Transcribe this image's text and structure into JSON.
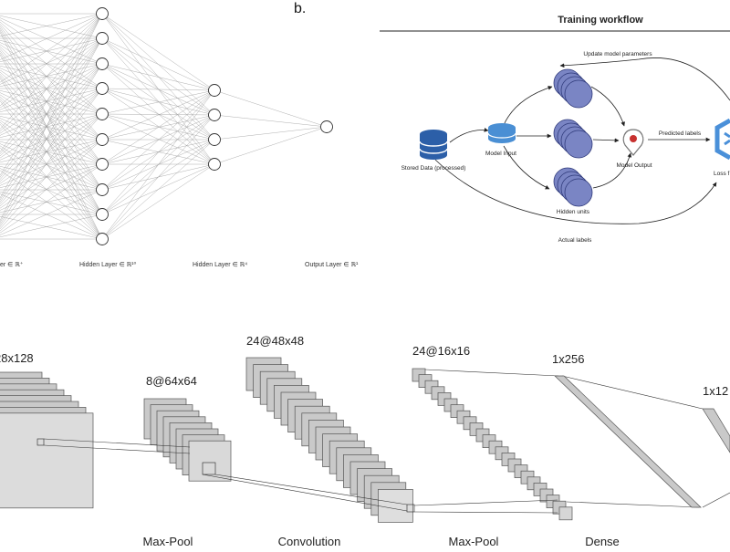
{
  "panel_b": {
    "letter": "b.",
    "title": "Training workflow",
    "labels": {
      "update": "Update model parameters",
      "stored": "Stored Data (processed)",
      "model_input": "Model Input",
      "hidden": "Hidden units",
      "model_output": "Model Output",
      "predicted": "Predicted labels",
      "loss": "Loss f",
      "actual": "Actual labels"
    }
  },
  "mlp": {
    "layers": [
      {
        "label": "er ∈ ℝ⁺"
      },
      {
        "label": "Hidden Layer ∈ ℝ¹⁰"
      },
      {
        "label": "Hidden Layer ∈ ℝ⁴"
      },
      {
        "label": "Output Layer ∈ ℝ¹"
      }
    ]
  },
  "cnn": {
    "dims": [
      "28x128",
      "8@64x64",
      "24@48x48",
      "24@16x16",
      "1x256",
      "1x12"
    ],
    "ops": [
      "Max-Pool",
      "Convolution",
      "Max-Pool",
      "Dense"
    ]
  },
  "colors": {
    "node_fill": "#7a85c4",
    "db_fill": "#2c5fa8",
    "input_fill": "#4a8fd4",
    "output_red": "#c8312f",
    "loss_blue": "#4a90d9",
    "feature_map": "#c9c9c9"
  }
}
